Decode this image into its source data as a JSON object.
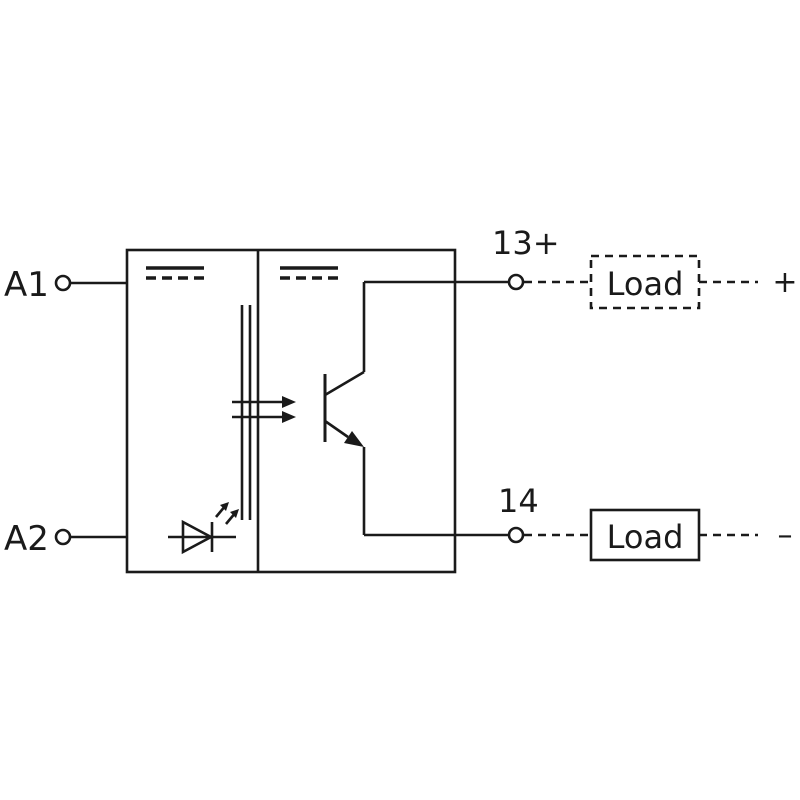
{
  "terminals": {
    "a1": "A1",
    "a2": "A2",
    "t13": "13+",
    "t14": "14"
  },
  "loads": {
    "top": "Load",
    "bottom": "Load"
  },
  "polarity": {
    "plus": "+",
    "minus": "–"
  },
  "colors": {
    "stroke": "#1a1a1a",
    "background": "#ffffff"
  }
}
